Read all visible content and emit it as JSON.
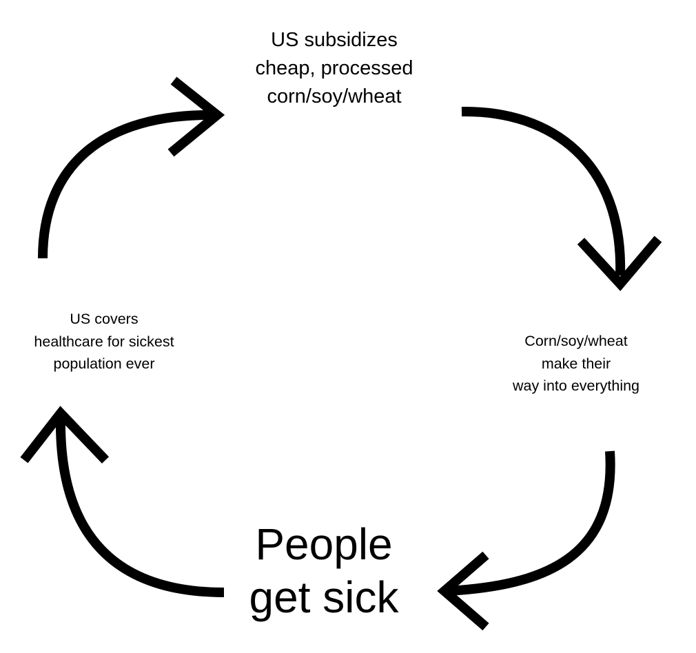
{
  "diagram": {
    "type": "cycle",
    "nodes": [
      {
        "id": "subsidies",
        "label": "US subsidizes\ncheap, processed\ncorn/soy/wheat"
      },
      {
        "id": "everything",
        "label": "Corn/soy/wheat\nmake their\nway into everything"
      },
      {
        "id": "sick",
        "label": "People\nget sick"
      },
      {
        "id": "healthcare",
        "label": "US covers\nhealthcare for sickest\npopulation ever"
      }
    ],
    "edges": [
      {
        "from": "subsidies",
        "to": "everything"
      },
      {
        "from": "everything",
        "to": "sick"
      },
      {
        "from": "sick",
        "to": "healthcare"
      },
      {
        "from": "healthcare",
        "to": "subsidies"
      }
    ],
    "colors": {
      "background": "#ffffff",
      "ink": "#000000"
    }
  }
}
